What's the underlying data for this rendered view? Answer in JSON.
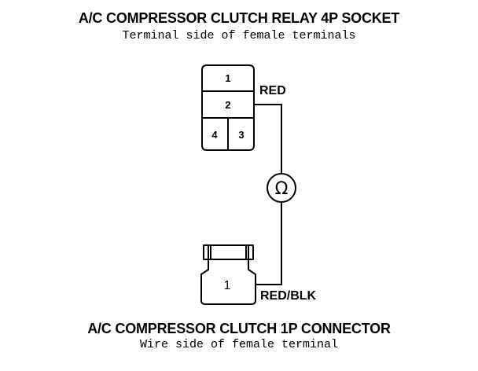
{
  "relay_socket": {
    "title": "A/C COMPRESSOR CLUTCH RELAY 4P SOCKET",
    "subtitle": "Terminal side of female terminals",
    "pins": [
      "1",
      "2",
      "4",
      "3"
    ],
    "wire_label": "RED"
  },
  "meter": {
    "symbol": "Ω",
    "icon": "ohmmeter-icon"
  },
  "clutch_connector": {
    "title": "A/C COMPRESSOR CLUTCH 1P CONNECTOR",
    "subtitle": "Wire side of female terminal",
    "pin": "1",
    "wire_label": "RED/BLK"
  },
  "colors": {
    "line": "#000000",
    "background": "#ffffff"
  }
}
